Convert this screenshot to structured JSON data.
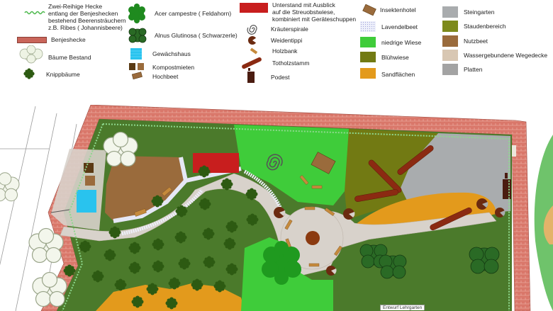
{
  "legend": {
    "hecke": "Zwei-Reihige Hecke\nentlang der Benjeshecken\nbestehend Beerensträuchern\nz.B. Ribes  ( Johannisbeere)",
    "benjeshecke": "Benjeshecke",
    "baeume_bestand": "Bäume Bestand",
    "knippbaeume": "Knippbäume",
    "acer": "Acer campestre  ( Feldahorn)",
    "alnus": "Alnus Glutinosa   ( Schwarzerle)",
    "gewaechshaus": "Gewächshaus",
    "kompostmieten": "Kompostmieten",
    "hochbeet": "Hochbeet",
    "unterstand": "Unterstand mit Ausblick\nauf die Streuobstwiese,\nkombiniert mit Geräteschuppen",
    "kraeuterspirale": "Kräuterspirale",
    "weidentippi": "Weidentippi",
    "holzbank": "Holzbank",
    "totholzstamm": "Totholzstamm",
    "podest": "Podest",
    "insektenhotel": "Insektenhotel",
    "lavendelbeet": "Lavendelbeet",
    "niedrige_wiese": "niedrige Wiese",
    "bluehwiese": "Blühwiese",
    "sandflaechen": "Sandflächen",
    "steingarten": "Steingarten",
    "staudenbereich": "Staudenbereich",
    "nutzbeet": "Nutzbeet",
    "wegedecke": "Wassergebundene Wegedecke",
    "platten": "Platten"
  },
  "footer": {
    "note": "Entwurf  Lehrgarten"
  },
  "colors": {
    "grass_dark": "#4b7a2b",
    "bluehwiese": "#727a13",
    "niedrige_wiese": "#3fcc3a",
    "sand": "#e39a1c",
    "nutzbeet": "#9a6b3c",
    "weg": "#d8d2cb",
    "steingarten": "#a9acae",
    "hecke_brick": "#c9655a",
    "unterstand": "#c81e1e",
    "gewaechshaus": "#29c3ee"
  },
  "icons": [
    "tree-icon",
    "shrub-icon",
    "greenhouse-icon",
    "spiral-icon",
    "trunk-icon"
  ]
}
